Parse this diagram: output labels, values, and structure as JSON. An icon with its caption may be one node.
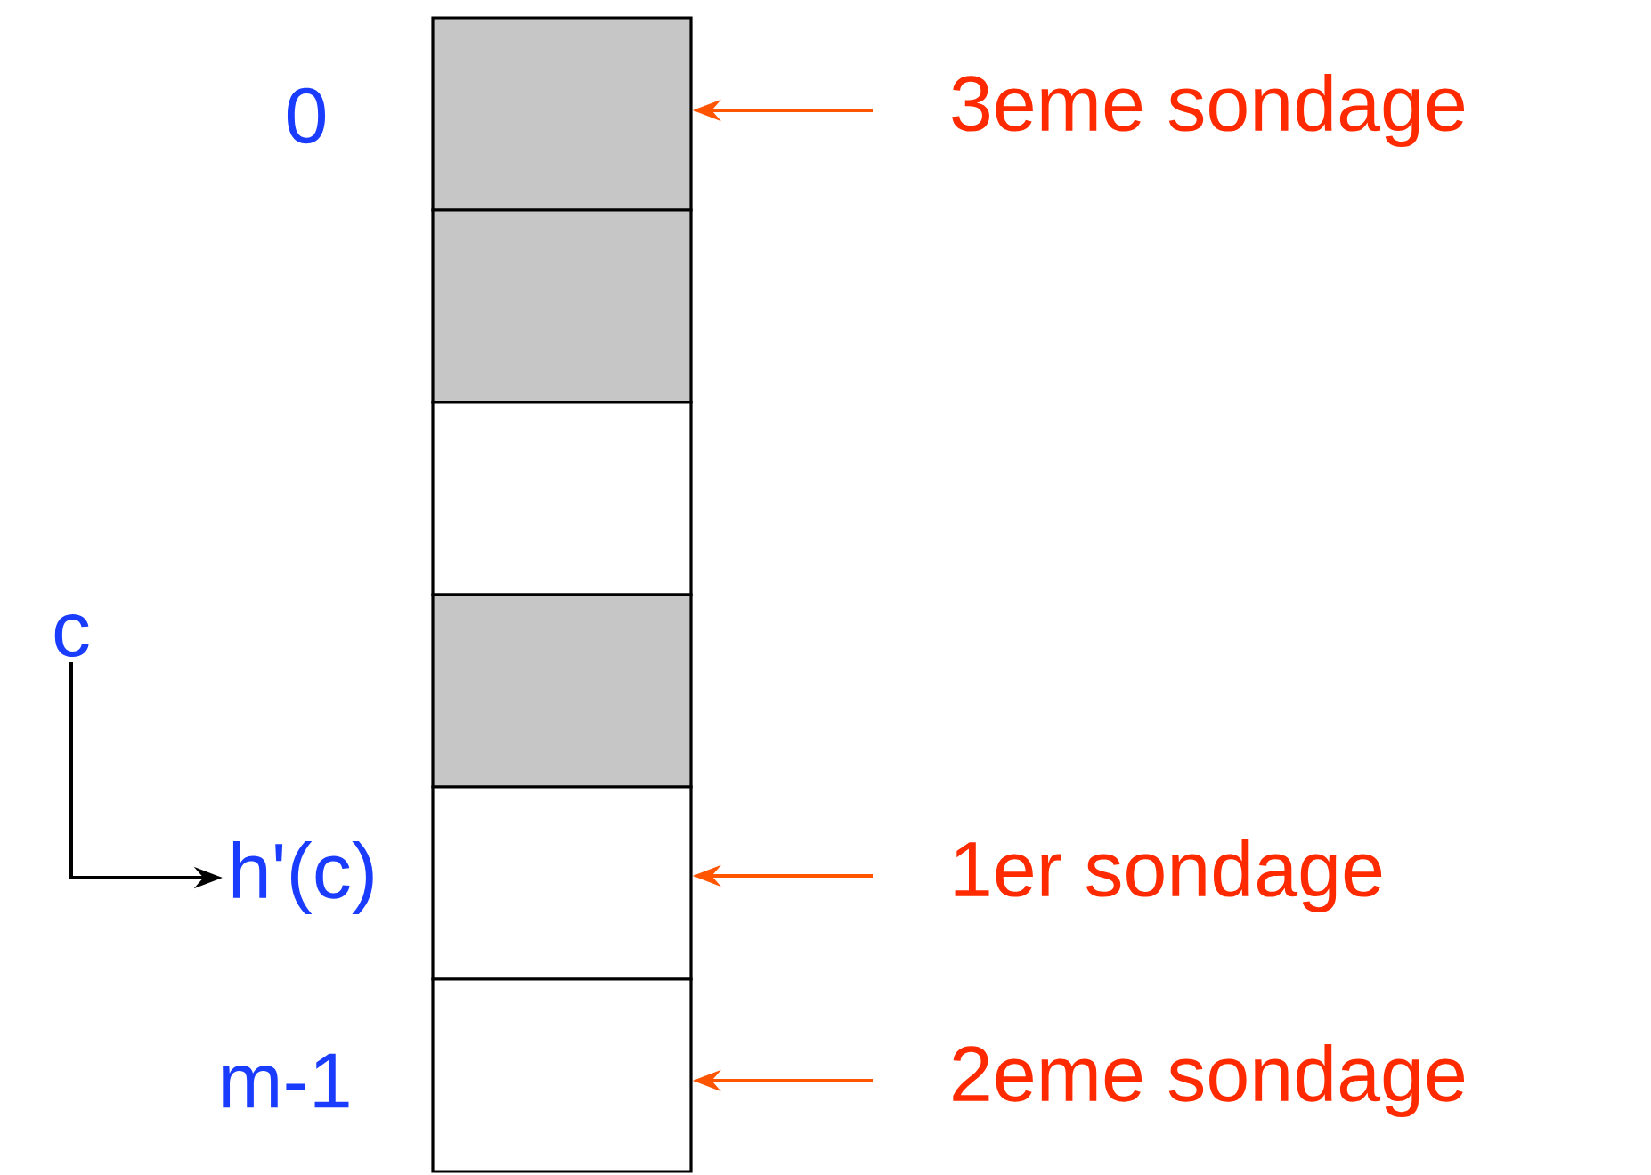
{
  "diagram": {
    "nodes": [
      {
        "text": [],
        "shape": "box"
      },
      {
        "text": [],
        "shape": "box"
      },
      {
        "text": [],
        "shape": "box"
      },
      {
        "text": [],
        "shape": "box"
      },
      {
        "text": [],
        "shape": "box"
      },
      {
        "text": [],
        "shape": "box"
      },
      {
        "text": [
          "3eme sondage"
        ]
      },
      {
        "text": [
          "c"
        ]
      },
      {
        "text": [
          "h'(c)"
        ]
      },
      {
        "text": [
          "1er sondage"
        ]
      },
      {
        "text": [
          "2eme sondage"
        ]
      }
    ],
    "edges": [
      {
        "from": 6,
        "to": 0,
        "arrow": "to"
      },
      {
        "from": 7,
        "to": 8,
        "arrow": "to",
        "color": "#000000"
      },
      {
        "from": 9,
        "to": 4,
        "arrow": "to"
      },
      {
        "from": 10,
        "to": 5,
        "arrow": "to"
      }
    ],
    "labels": [
      "0",
      "m-1"
    ]
  }
}
